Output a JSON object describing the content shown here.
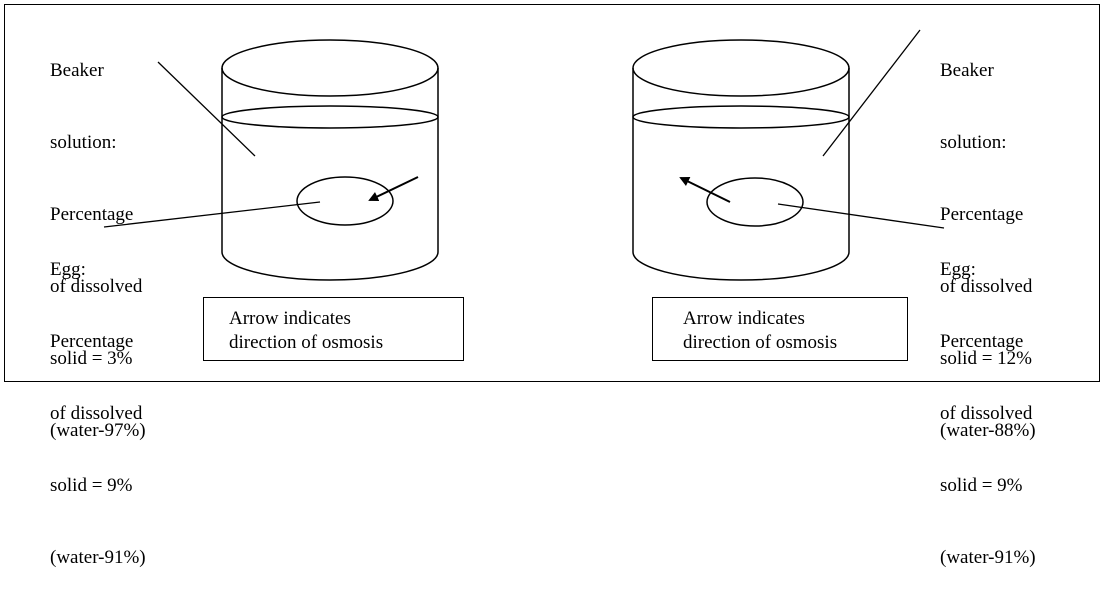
{
  "left_panel": {
    "beaker_label": [
      "Beaker",
      "solution:",
      "Percentage",
      "of dissolved",
      "solid = 3%",
      "(water-97%)"
    ],
    "egg_label": [
      "Egg:",
      "Percentage",
      "of dissolved",
      "solid = 9%",
      "(water-91%)"
    ],
    "caption": [
      "Arrow indicates",
      "direction of osmosis"
    ],
    "osmosis_direction": "into egg"
  },
  "right_panel": {
    "beaker_label": [
      "Beaker",
      "solution:",
      "Percentage",
      "of dissolved",
      "solid = 12%",
      "(water-88%)"
    ],
    "egg_label": [
      "Egg:",
      "Percentage",
      "of dissolved",
      "solid = 9%",
      "(water-91%)"
    ],
    "caption": [
      "Arrow indicates",
      "direction of osmosis"
    ],
    "osmosis_direction": "out of egg"
  },
  "colors": {
    "stroke": "#000000",
    "background": "#ffffff"
  }
}
